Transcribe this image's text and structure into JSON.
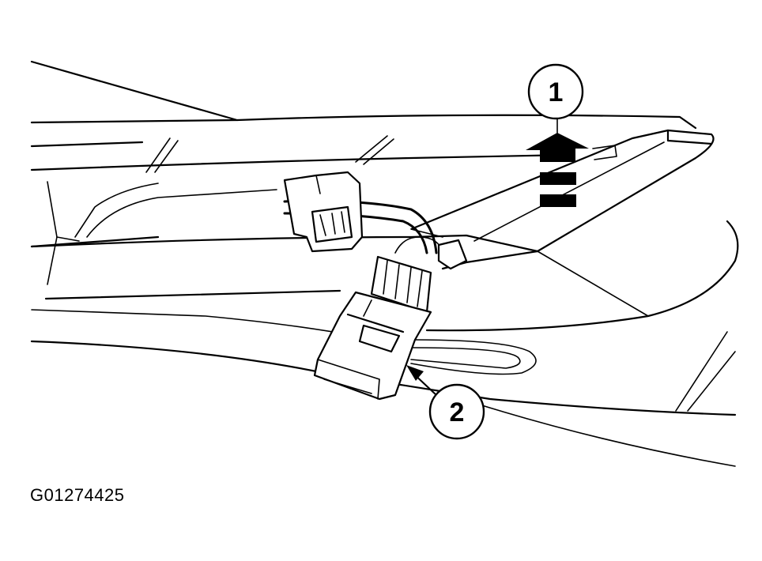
{
  "callouts": [
    {
      "label": "1"
    },
    {
      "label": "2"
    }
  ],
  "figure_id": "G01274425",
  "colors": {
    "ink": "#000000",
    "paper": "#ffffff"
  }
}
